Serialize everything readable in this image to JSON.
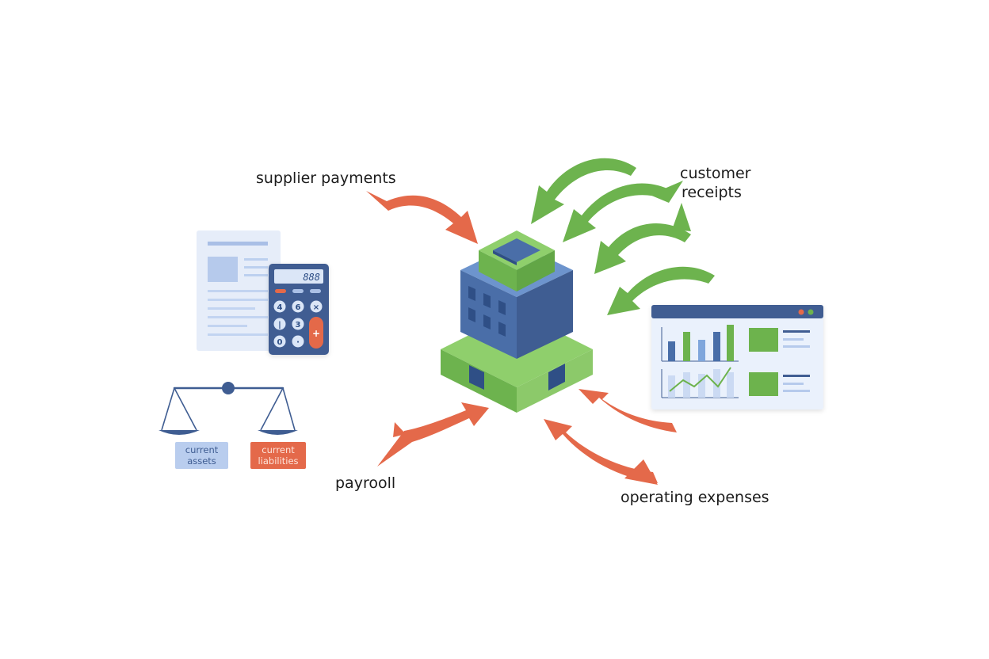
{
  "diagram": {
    "flows": {
      "supplier_payments": "supplier payments",
      "customer_receipts_line1": "customer",
      "customer_receipts_line2": "receipts",
      "payroll": "payrooll",
      "operating_expenses": "operating expenses"
    },
    "balance_scale": {
      "assets_line1": "current",
      "assets_line2": "assets",
      "liabilities_line1": "current",
      "liabilities_line2": "liabilities"
    },
    "calculator": {
      "display": "888",
      "keys": [
        "4",
        "6",
        "×",
        "|",
        "3",
        "0",
        "·",
        "+"
      ]
    },
    "colors": {
      "outflow": "#e4694a",
      "inflow": "#6db34e",
      "building_blue": "#4a6ea8",
      "building_green": "#6db34e",
      "assets_box": "#b9cdee",
      "liabilities_box": "#e4694a"
    },
    "icons": [
      "building-icon",
      "document-icon",
      "calculator-icon",
      "balance-scale-icon",
      "dashboard-window-icon"
    ]
  }
}
